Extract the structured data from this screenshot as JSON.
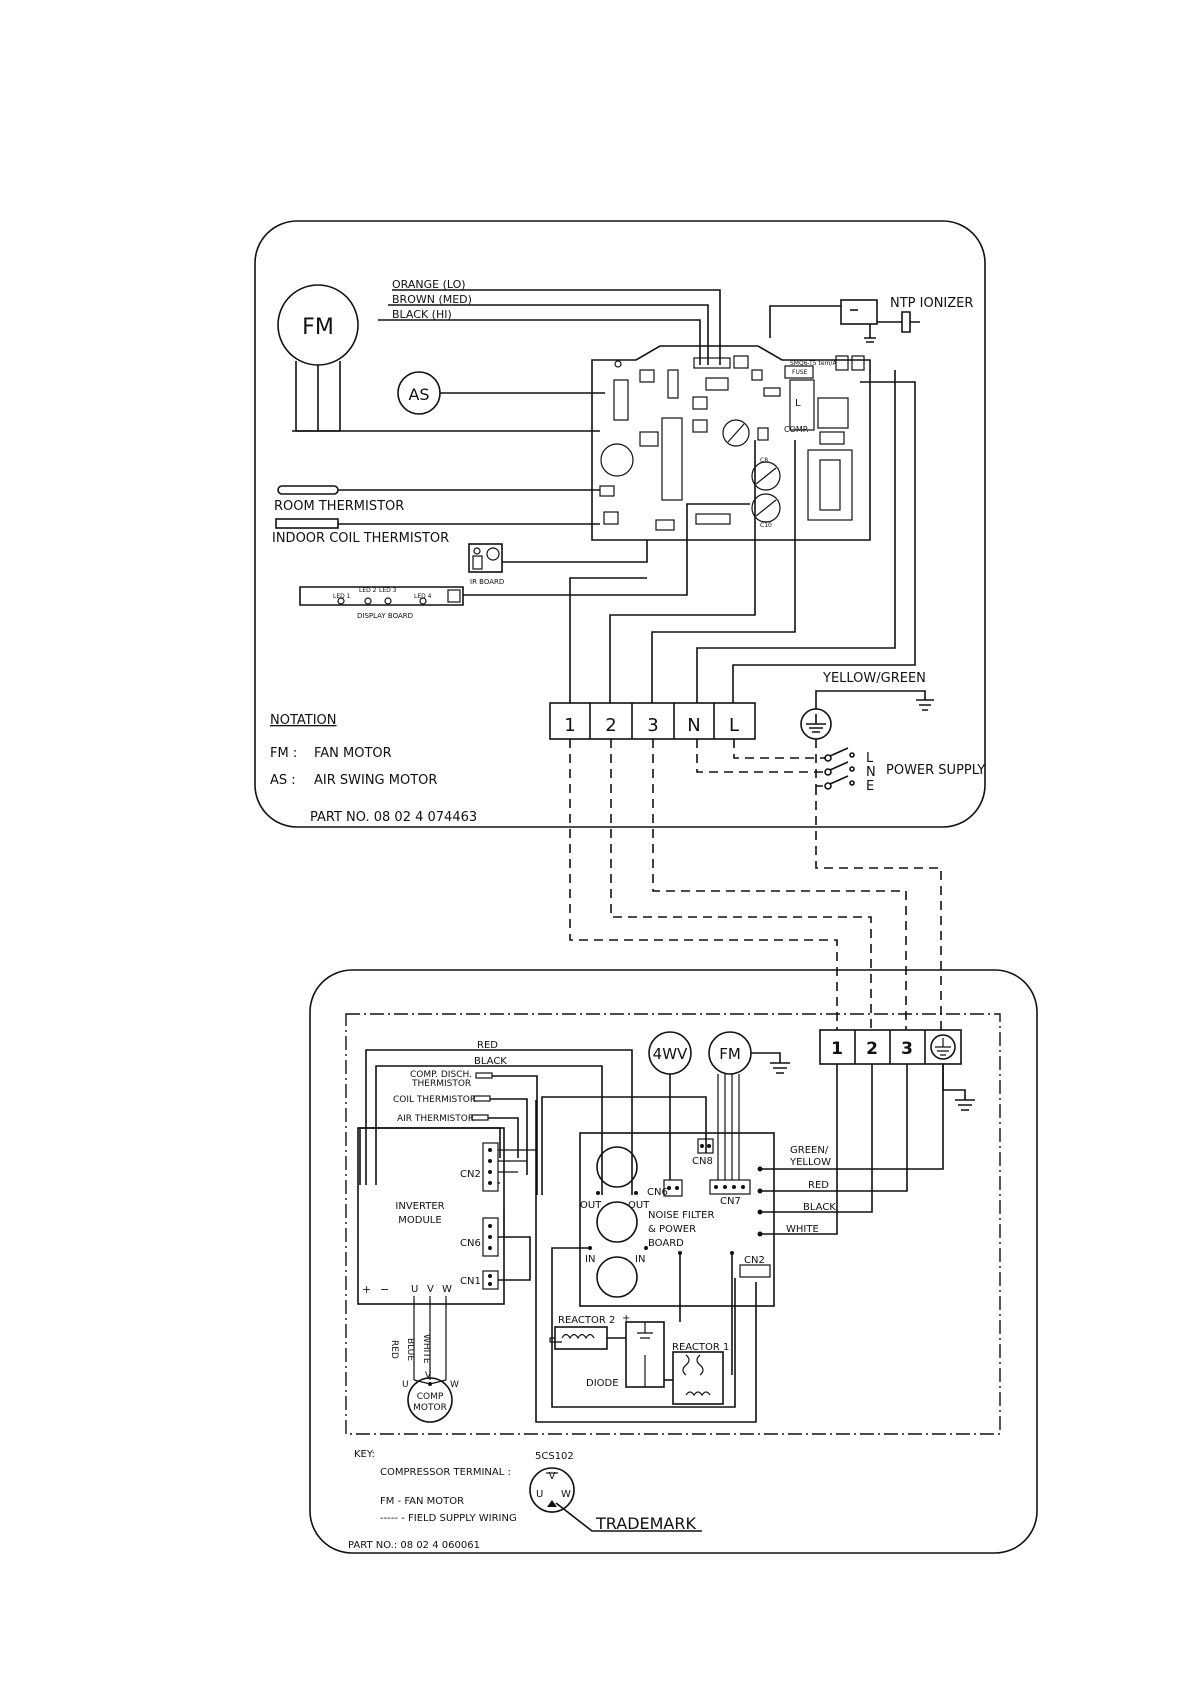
{
  "indoor": {
    "fan_motor": "FM",
    "air_swing": "AS",
    "wire_orange": "ORANGE (LO)",
    "wire_brown": "BROWN (MED)",
    "wire_black": "BLACK (HI)",
    "ionizer": "NTP IONIZER",
    "room_thermistor": "ROOM THERMISTOR",
    "coil_thermistor": "INDOOR COIL THERMISTOR",
    "ir_board": "IR BOARD",
    "display_board": "DISPLAY BOARD",
    "leds": [
      "LED 1",
      "LED 2",
      "LED 3",
      "LED 4"
    ],
    "terminals": [
      "1",
      "2",
      "3",
      "N",
      "L"
    ],
    "earth_colour": "YELLOW/GREEN",
    "power_supply": "POWER SUPPLY",
    "supply_lines": [
      "L",
      "N",
      "E"
    ],
    "notation_title": "NOTATION",
    "notation_fm_key": "FM :",
    "notation_fm": "FAN MOTOR",
    "notation_as_key": "AS :",
    "notation_as": "AIR SWING MOTOR",
    "part_no": "PART NO. 08 02 4 074463",
    "pcb_labels": {
      "fuse": "FUSE",
      "fuse_part": "SMQ6-T5 tem/A",
      "comp": "COMP.",
      "l": "L",
      "c8": "C8",
      "c10": "C10"
    }
  },
  "outdoor": {
    "terminals": [
      "1",
      "2",
      "3"
    ],
    "valve": "4WV",
    "fan_motor": "FM",
    "wire_red": "RED",
    "wire_black": "BLACK",
    "comp_disch_1": "COMP. DISCH.",
    "comp_disch_2": "THERMISTOR",
    "coil_thermistor": "COIL THERMISTOR",
    "air_thermistor": "AIR THERMISTOR",
    "inverter_1": "INVERTER",
    "inverter_2": "MODULE",
    "cn2": "CN2",
    "cn6": "CN6",
    "cn1": "CN1",
    "plus": "+",
    "minus": "−",
    "u": "U",
    "v": "V",
    "w": "W",
    "comp_wire_red": "RED",
    "comp_wire_blue": "BLUE",
    "comp_wire_white": "WHITE",
    "comp_motor_1": "COMP",
    "comp_motor_2": "MOTOR",
    "cn8": "CN8",
    "board_cn6": "CN6",
    "cn7": "CN7",
    "board_cn2": "CN2",
    "out": "OUT",
    "in": "IN",
    "noise_filter_1": "NOISE FILTER",
    "noise_filter_2": "& POWER",
    "noise_filter_3": "BOARD",
    "green_yellow_1": "GREEN/",
    "green_yellow_2": "YELLOW",
    "red": "RED",
    "black": "BLACK",
    "white": "WHITE",
    "reactor1": "REACTOR 1",
    "reactor2": "REACTOR 2",
    "diode": "DIODE",
    "key_title": "KEY:",
    "compressor_terminal": "COMPRESSOR TERMINAL :",
    "terminal_model": "5CS102",
    "term_v": "V",
    "term_u": "U",
    "term_w": "W",
    "fm_key": "FM - FAN MOTOR",
    "field_wiring": "----- - FIELD SUPPLY WIRING",
    "trademark": "TRADEMARK",
    "part_no": "PART NO.: 08 02 4 060061"
  }
}
